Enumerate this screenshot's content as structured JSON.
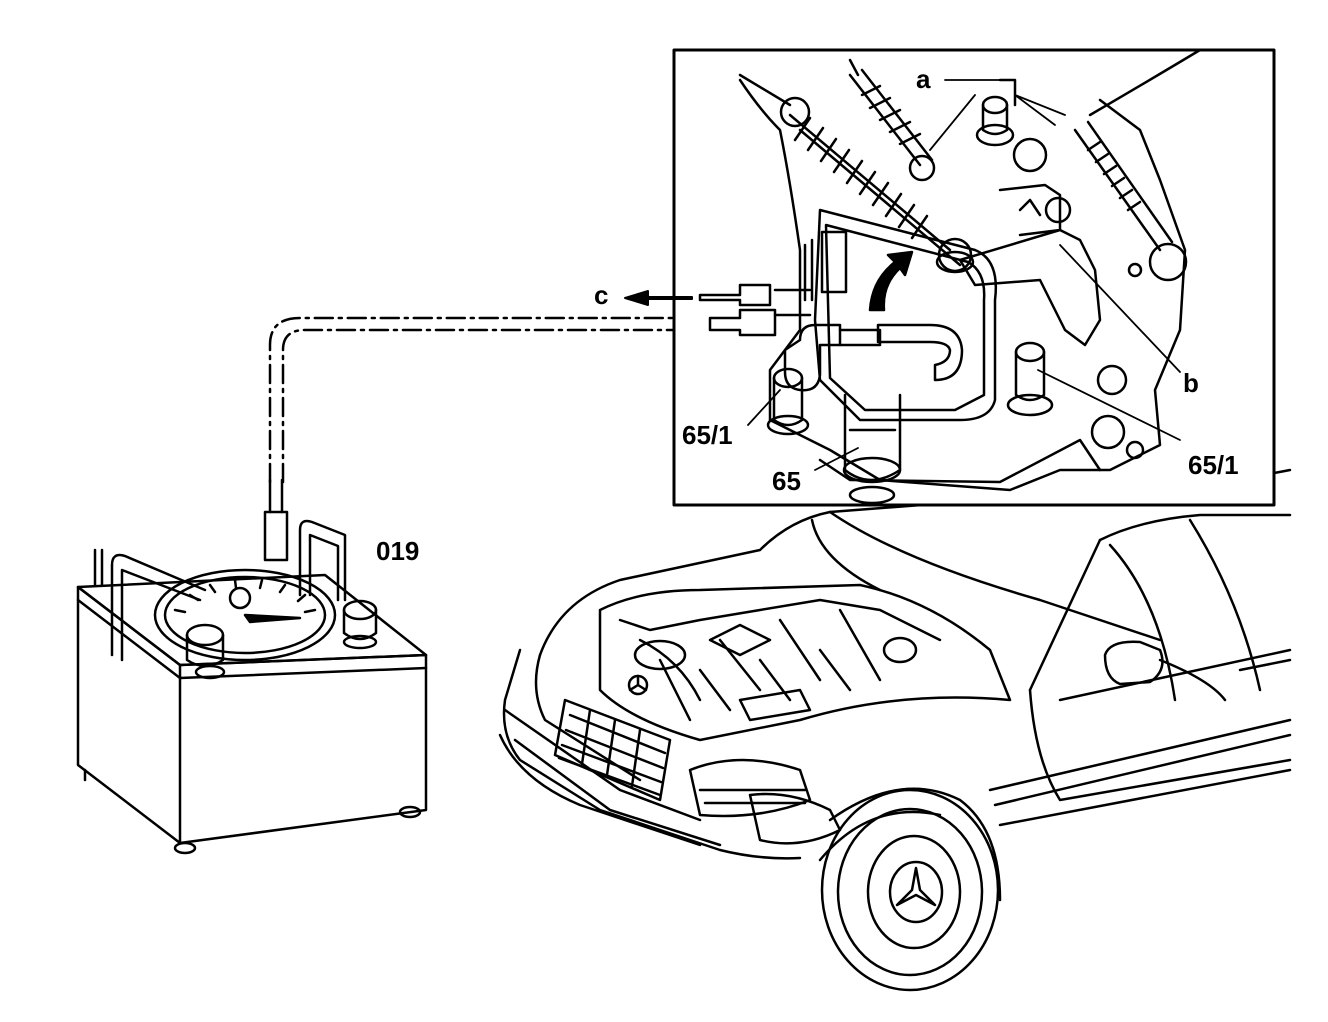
{
  "colors": {
    "ink": "#000000",
    "paper": "#ffffff"
  },
  "labels": {
    "a": "a",
    "b": "b",
    "c": "c",
    "part_65": "65",
    "part_65_1_left": "65/1",
    "part_65_1_right": "65/1",
    "tester": "019"
  }
}
